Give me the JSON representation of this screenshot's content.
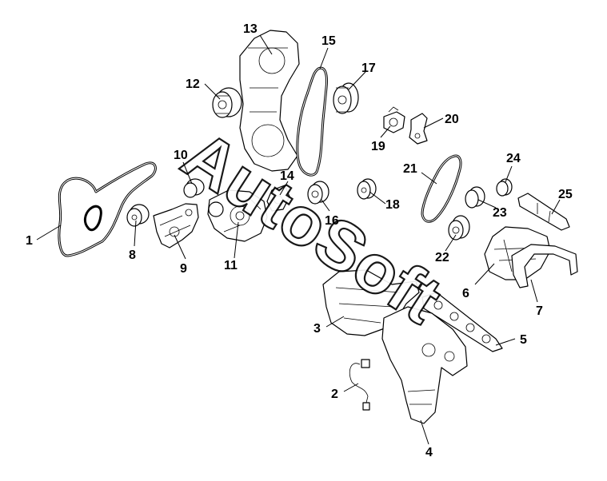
{
  "watermark": "AutoSoft",
  "callouts": [
    {
      "id": "1",
      "label": "1"
    },
    {
      "id": "2",
      "label": "2"
    },
    {
      "id": "3",
      "label": "3"
    },
    {
      "id": "4",
      "label": "4"
    },
    {
      "id": "5",
      "label": "5"
    },
    {
      "id": "6",
      "label": "6"
    },
    {
      "id": "7",
      "label": "7"
    },
    {
      "id": "8",
      "label": "8"
    },
    {
      "id": "9",
      "label": "9"
    },
    {
      "id": "10",
      "label": "10"
    },
    {
      "id": "11",
      "label": "11"
    },
    {
      "id": "12",
      "label": "12"
    },
    {
      "id": "13",
      "label": "13"
    },
    {
      "id": "14",
      "label": "14"
    },
    {
      "id": "15",
      "label": "15"
    },
    {
      "id": "16",
      "label": "16"
    },
    {
      "id": "17",
      "label": "17"
    },
    {
      "id": "18",
      "label": "18"
    },
    {
      "id": "19",
      "label": "19"
    },
    {
      "id": "20",
      "label": "20"
    },
    {
      "id": "21",
      "label": "21"
    },
    {
      "id": "22",
      "label": "22"
    },
    {
      "id": "23",
      "label": "23"
    },
    {
      "id": "24",
      "label": "24"
    },
    {
      "id": "25",
      "label": "25"
    }
  ]
}
